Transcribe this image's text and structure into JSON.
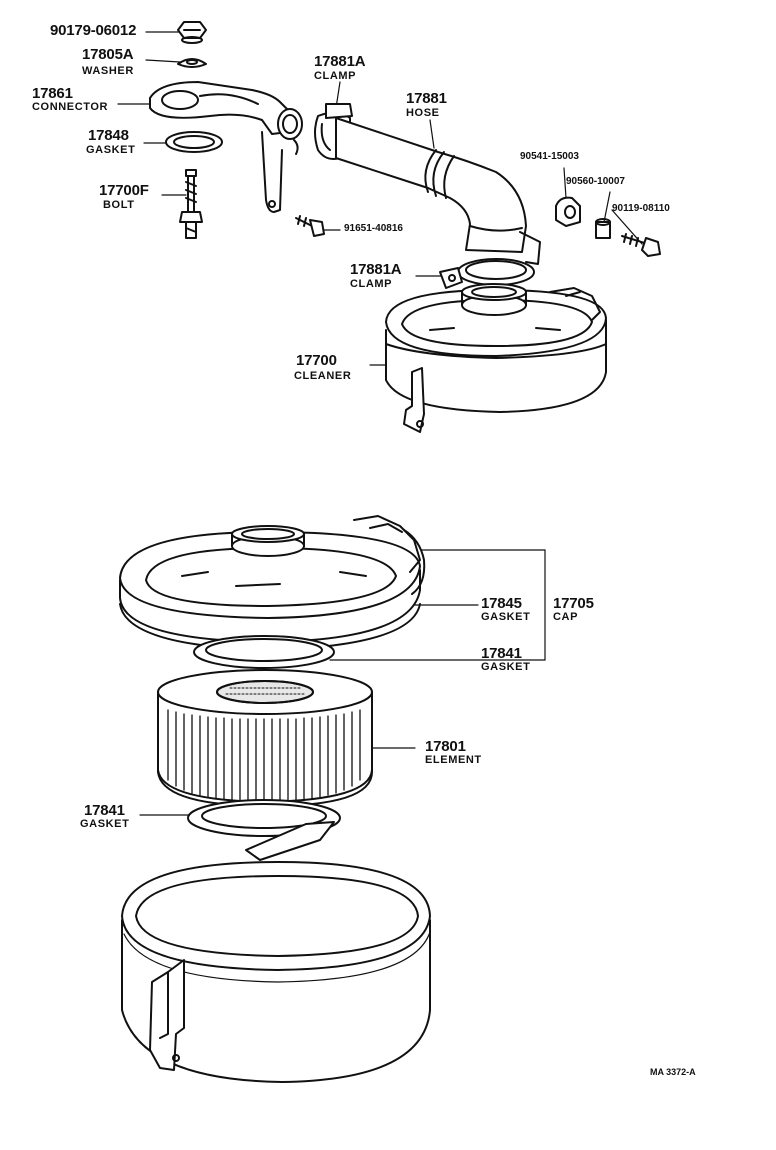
{
  "parts": {
    "nut": {
      "number": "90179-06012"
    },
    "washer": {
      "number": "17805A",
      "name": "WASHER"
    },
    "connector": {
      "number": "17861",
      "name": "CONNECTOR"
    },
    "gasket_top": {
      "number": "17848",
      "name": "GASKET"
    },
    "bolt": {
      "number": "17700F",
      "name": "BOLT"
    },
    "clamp_top": {
      "number": "17881A",
      "name": "CLAMP"
    },
    "hose": {
      "number": "17881",
      "name": "HOSE"
    },
    "grommet": {
      "number": "90541-15003"
    },
    "collar": {
      "number": "90560-10007"
    },
    "screw": {
      "number": "90119-08110"
    },
    "bolt_small": {
      "number": "91651-40816"
    },
    "clamp_lower": {
      "number": "17881A",
      "name": "CLAMP"
    },
    "cleaner": {
      "number": "17700",
      "name": "CLEANER"
    },
    "cap_gasket": {
      "number": "17845",
      "name": "GASKET"
    },
    "cap": {
      "number": "17705",
      "name": "CAP"
    },
    "gasket_mid": {
      "number": "17841",
      "name": "GASKET"
    },
    "element": {
      "number": "17801",
      "name": "ELEMENT"
    },
    "gasket_low": {
      "number": "17841",
      "name": "GASKET"
    }
  },
  "figure_code": "MA 3372-A"
}
